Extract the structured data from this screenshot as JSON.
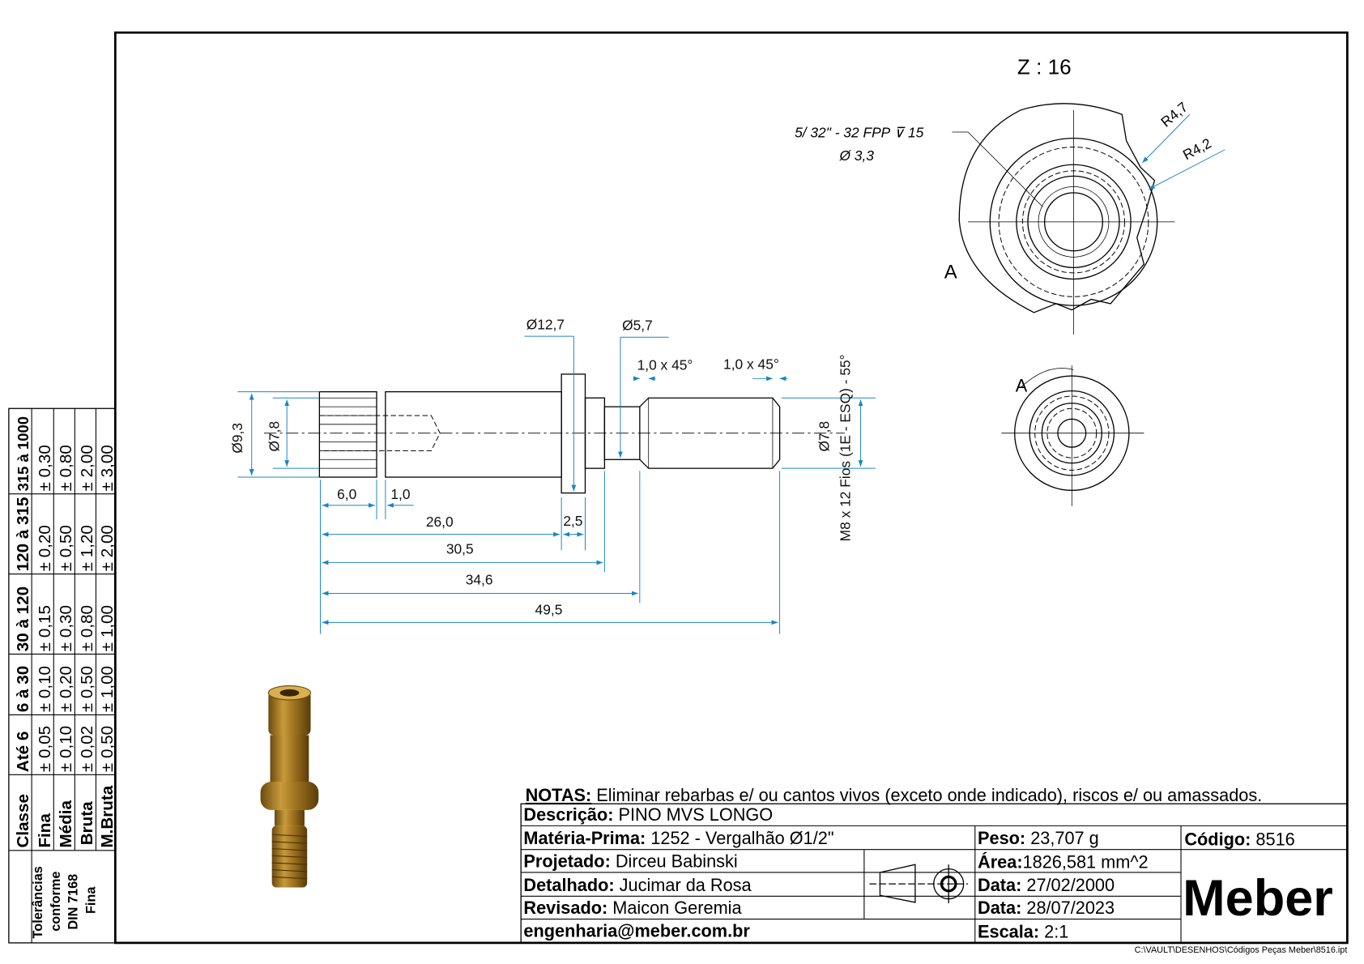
{
  "views": {
    "detail_title": "Z : 16",
    "section_label": "A",
    "thread_callout": "5/ 32\" - 32 FPP ⊽ 15",
    "hole_diameter": "Ø 3,3",
    "radius_outer": "R4,7",
    "radius_inner": "R4,2"
  },
  "dimensions": {
    "d_flange": "Ø12,7",
    "d_neck": "Ø5,7",
    "chamfer_1": "1,0 x 45°",
    "chamfer_2": "1,0 x 45°",
    "d_knurl": "Ø9,3",
    "d_shank": "Ø7,8",
    "d_thread": "Ø7,8",
    "thread_spec": "M8 x 12 Fios (1E - ESQ) - 55°",
    "len_6": "6,0",
    "len_1": "1,0",
    "len_26": "26,0",
    "len_2_5": "2,5",
    "len_30_5": "30,5",
    "len_34_6": "34,6",
    "len_49_5": "49,5"
  },
  "tolerances": {
    "title_lines": [
      "Tolerâncias",
      "conforme",
      "DIN 7168",
      "Fina"
    ],
    "header": [
      "Classe",
      "Até 6",
      "6 à 30",
      "30 à 120",
      "120 à 315",
      "315 à 1000"
    ],
    "rows": [
      [
        "Fina",
        "± 0,05",
        "± 0,10",
        "± 0,15",
        "± 0,20",
        "± 0,30"
      ],
      [
        "Média",
        "± 0,10",
        "± 0,20",
        "± 0,30",
        "± 0,50",
        "± 0,80"
      ],
      [
        "Bruta",
        "± 0,02",
        "± 0,50",
        "± 0,80",
        "± 1,20",
        "± 2,00"
      ],
      [
        "M.Bruta",
        "± 0,50",
        "± 1,00",
        "± 1,00",
        "± 2,00",
        "± 3,00"
      ]
    ]
  },
  "title_block": {
    "notes_label": "NOTAS:",
    "notes": " Eliminar rebarbas e/ ou cantos vivos (exceto onde indicado), riscos e/ ou amassados.",
    "descricao_label": "Descrição:",
    "descricao": " PINO MVS LONGO",
    "materia_label": "Matéria-Prima:",
    "materia": " 1252 - Vergalhão Ø1/2\"",
    "peso_label": "Peso:",
    "peso": " 23,707 g",
    "codigo_label": "Código:",
    "codigo": " 8516",
    "projetado_label": "Projetado:",
    "projetado": " Dirceu Babinski",
    "area_label": "Área:",
    "area": "1826,581 mm^2",
    "detalhado_label": "Detalhado:",
    "detalhado": " Jucimar da Rosa",
    "data1_label": "Data:",
    "data1": " 27/02/2000",
    "revisado_label": "Revisado:",
    "revisado": " Maicon Geremia",
    "data2_label": "Data:",
    "data2": " 28/07/2023",
    "email": "engenharia@meber.com.br",
    "escala_label": "Escala:",
    "escala": " 2:1",
    "logo": "Meber"
  },
  "file_path": "C:\\VAULT\\DESENHOS\\Códigos Peças Meber\\8516.ipt"
}
